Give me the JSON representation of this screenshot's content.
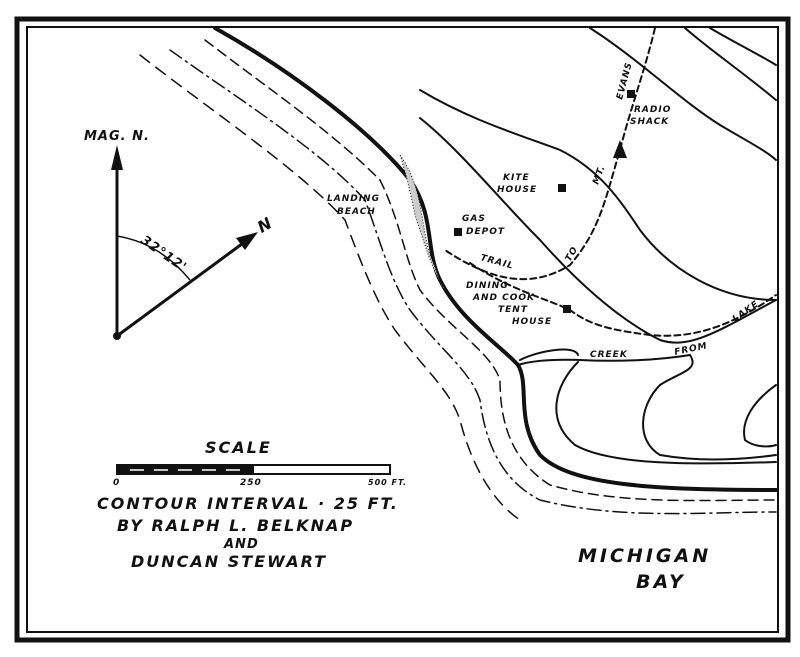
{
  "compass": {
    "mag_north": "MAG. N.",
    "true_north": "N",
    "declination": "32°12'"
  },
  "places": {
    "landing_beach": [
      "LANDING",
      "BEACH"
    ],
    "kite_house": [
      "KITE",
      "HOUSE"
    ],
    "gas_depot": [
      "GAS",
      "DEPOT"
    ],
    "radio_shack": [
      "RADIO",
      "SHACK"
    ],
    "dining": [
      "DINING",
      "AND COOK",
      "TENT",
      "HOUSE"
    ]
  },
  "trails": {
    "trail": "TRAIL",
    "to": "TO",
    "mt": "MT.",
    "evans": "EVANS",
    "creek": "CREEK",
    "from": "FROM",
    "lake": "LAKE"
  },
  "water": [
    "MICHIGAN",
    "BAY"
  ],
  "scale": {
    "title": "SCALE",
    "ticks": [
      "0",
      "250",
      "500 FT."
    ]
  },
  "credits": {
    "contour": "CONTOUR INTERVAL · 25 FT.",
    "by": "BY RALPH L. BELKNAP",
    "and": "AND",
    "name2": "DUNCAN STEWART"
  }
}
